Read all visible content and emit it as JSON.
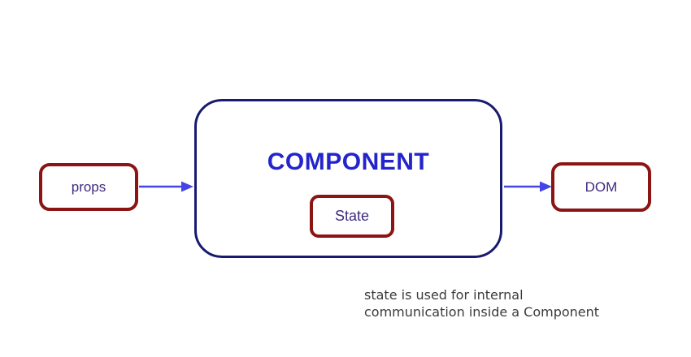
{
  "diagram": {
    "nodes": {
      "props": {
        "label": "props"
      },
      "component": {
        "label": "COMPONENT"
      },
      "state": {
        "label": "State"
      },
      "dom": {
        "label": "DOM"
      }
    },
    "caption": {
      "line1": "state is used for internal",
      "line2": "communication inside a Component"
    },
    "colors": {
      "small_node_border": "#8B1414",
      "component_border": "#191970",
      "component_title_text": "#2424CC",
      "node_label_text": "#3F2A7E",
      "arrow": "#4545E5",
      "caption_text": "#3B3B3B",
      "background": "#FFFFFF"
    }
  }
}
